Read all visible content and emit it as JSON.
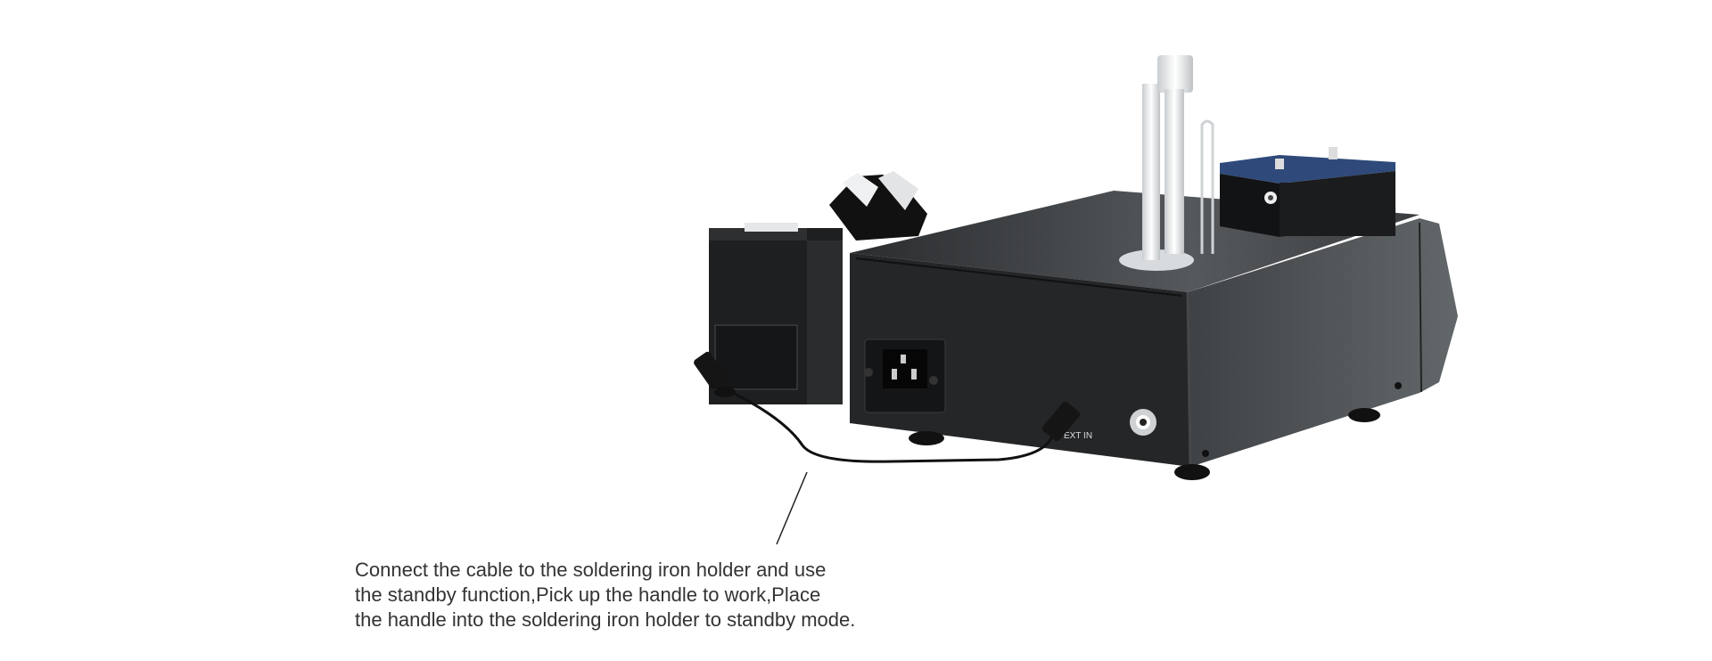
{
  "product": {
    "port_label": "EXT IN",
    "colors": {
      "body": "#2b2d2f",
      "side": "#5a5e61",
      "top": "#3a3d40",
      "lid": "#2f4a7a",
      "metal": "#e4e6e8"
    }
  },
  "caption": {
    "lines": [
      "Connect the cable to the soldering iron holder and use",
      "the standby function,Pick up the handle to work,Place",
      "the handle into the soldering iron holder to standby mode."
    ]
  }
}
